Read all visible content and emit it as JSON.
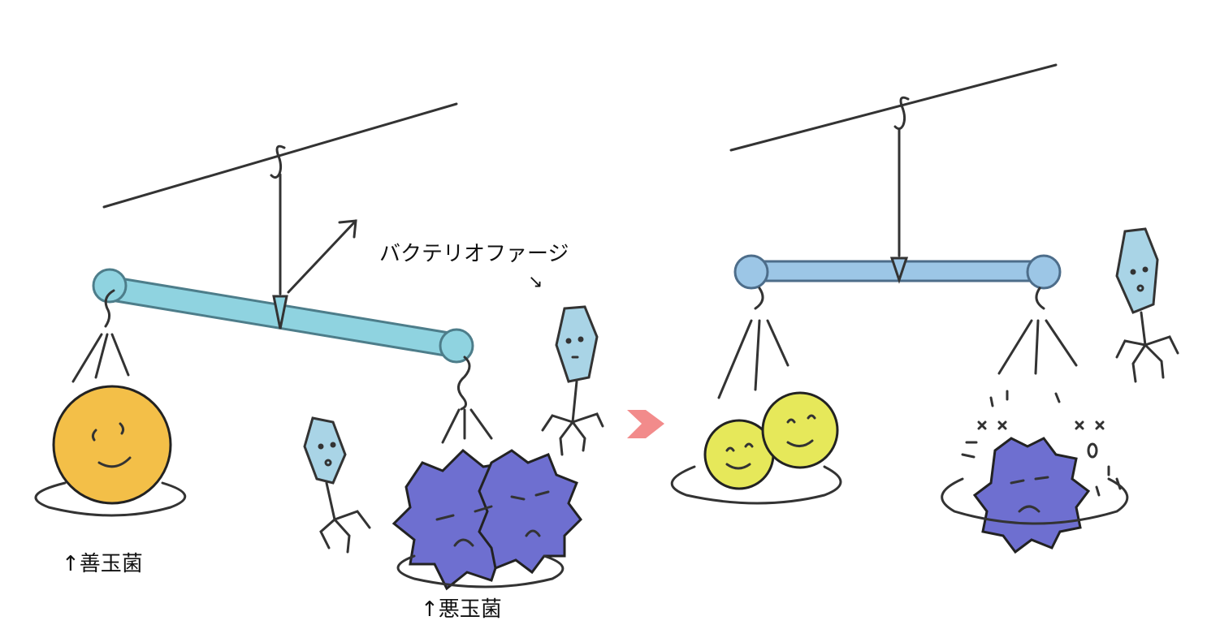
{
  "labels": {
    "phage": "バクテリオファージ",
    "phage_arrow": "↘",
    "good_bacteria": "↑善玉菌",
    "bad_bacteria": "↑悪玉菌"
  },
  "colors": {
    "line": "#333333",
    "beam": "#8fd3e0",
    "beam_right": "#9cc6e6",
    "good_left": "#f3bf48",
    "good_right": "#e6e85a",
    "bad": "#6e6fd0",
    "phage": "#a9d4e6",
    "transition_arrow": "#f28b8b"
  }
}
